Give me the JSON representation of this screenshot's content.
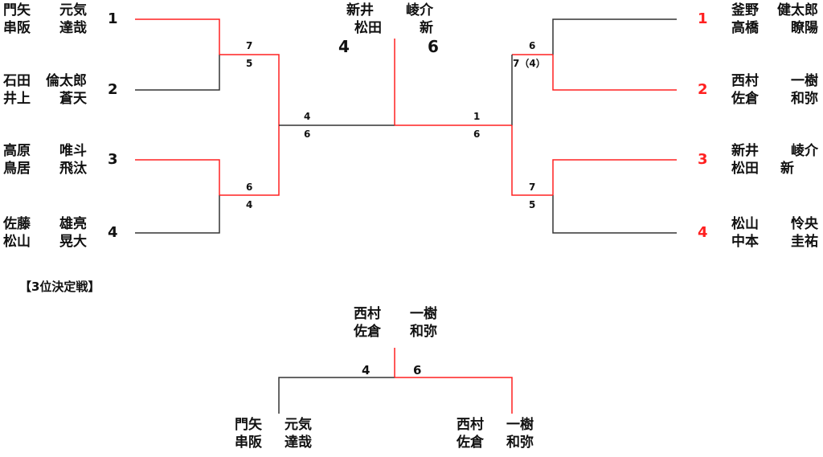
{
  "colors": {
    "winner_line": "#ff2020",
    "line": "#333333",
    "text": "#111111"
  },
  "main_bracket": {
    "left": [
      {
        "seed": "1",
        "players": [
          {
            "surname": "門矢",
            "given": "元気"
          },
          {
            "surname": "串阪",
            "given": "達哉"
          }
        ]
      },
      {
        "seed": "2",
        "players": [
          {
            "surname": "石田",
            "given": "倫太郎"
          },
          {
            "surname": "井上",
            "given": "蒼天"
          }
        ]
      },
      {
        "seed": "3",
        "players": [
          {
            "surname": "高原",
            "given": "唯斗"
          },
          {
            "surname": "鳥居",
            "given": "飛汰"
          }
        ]
      },
      {
        "seed": "4",
        "players": [
          {
            "surname": "佐藤",
            "given": "雄亮"
          },
          {
            "surname": "松山",
            "given": "晃大"
          }
        ]
      }
    ],
    "right": [
      {
        "seed": "1",
        "players": [
          {
            "surname": "釜野",
            "given": "健太郎"
          },
          {
            "surname": "高橋",
            "given": "瞭陽"
          }
        ]
      },
      {
        "seed": "2",
        "players": [
          {
            "surname": "西村",
            "given": "一樹"
          },
          {
            "surname": "佐倉",
            "given": "和弥"
          }
        ]
      },
      {
        "seed": "3",
        "players": [
          {
            "surname": "新井",
            "given": "崚介"
          },
          {
            "surname": "松田",
            "given": "新"
          }
        ]
      },
      {
        "seed": "4",
        "players": [
          {
            "surname": "松山",
            "given": "怜央"
          },
          {
            "surname": "中本",
            "given": "圭祐"
          }
        ]
      }
    ],
    "semifinal_scores": {
      "left_top": {
        "upper": "7",
        "lower": "5"
      },
      "left_bottom": {
        "upper": "6",
        "lower": "4"
      },
      "right_top": {
        "upper": "6",
        "lower": "7（4）"
      },
      "right_bottom": {
        "upper": "7",
        "lower": "5"
      }
    },
    "final_scores": {
      "left": {
        "upper": "4",
        "lower": "6"
      },
      "right": {
        "upper": "1",
        "lower": "6"
      }
    },
    "champion": {
      "players": [
        {
          "surname": "新井",
          "given": "崚介"
        },
        {
          "surname": "松田",
          "given": "新"
        }
      ],
      "score_left": "4",
      "score_right": "6"
    }
  },
  "third_place": {
    "title": "【3位決定戦】",
    "winner": {
      "players": [
        {
          "surname": "西村",
          "given": "一樹"
        },
        {
          "surname": "佐倉",
          "given": "和弥"
        }
      ]
    },
    "score_left": "4",
    "score_right": "6",
    "left_team": {
      "players": [
        {
          "surname": "門矢",
          "given": "元気"
        },
        {
          "surname": "串阪",
          "given": "達哉"
        }
      ]
    },
    "right_team": {
      "players": [
        {
          "surname": "西村",
          "given": "一樹"
        },
        {
          "surname": "佐倉",
          "given": "和弥"
        }
      ]
    }
  }
}
